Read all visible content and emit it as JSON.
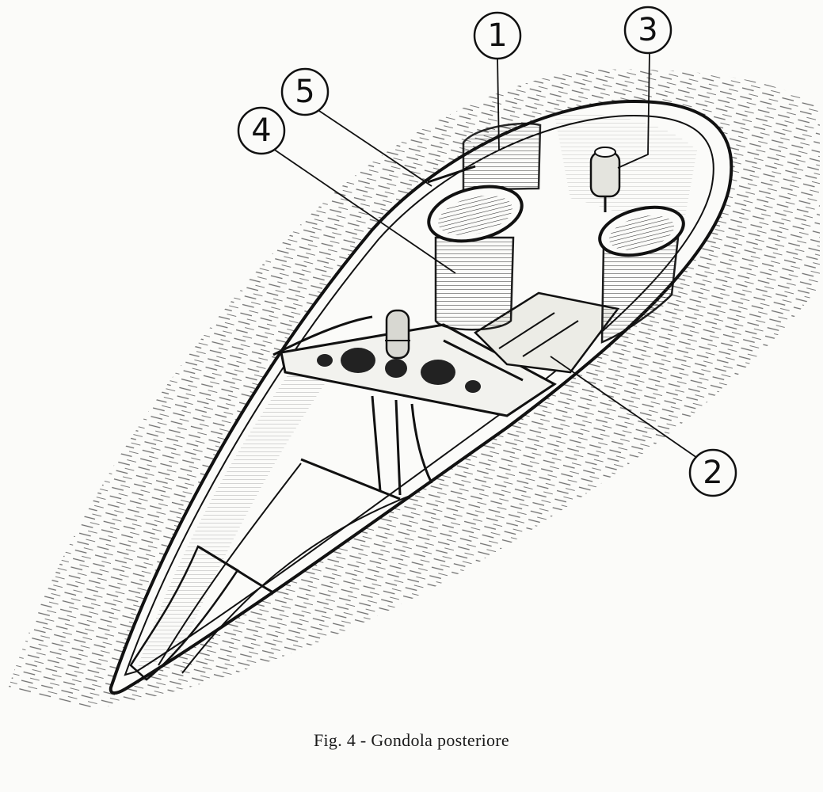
{
  "callouts": {
    "c1": "1",
    "c2": "2",
    "c3": "3",
    "c4": "4",
    "c5": "5"
  },
  "caption": "Fig. 4 -  Gondola posteriore",
  "colors": {
    "ink": "#111111",
    "paper": "#fbfbf9",
    "hatch": "#555555"
  }
}
